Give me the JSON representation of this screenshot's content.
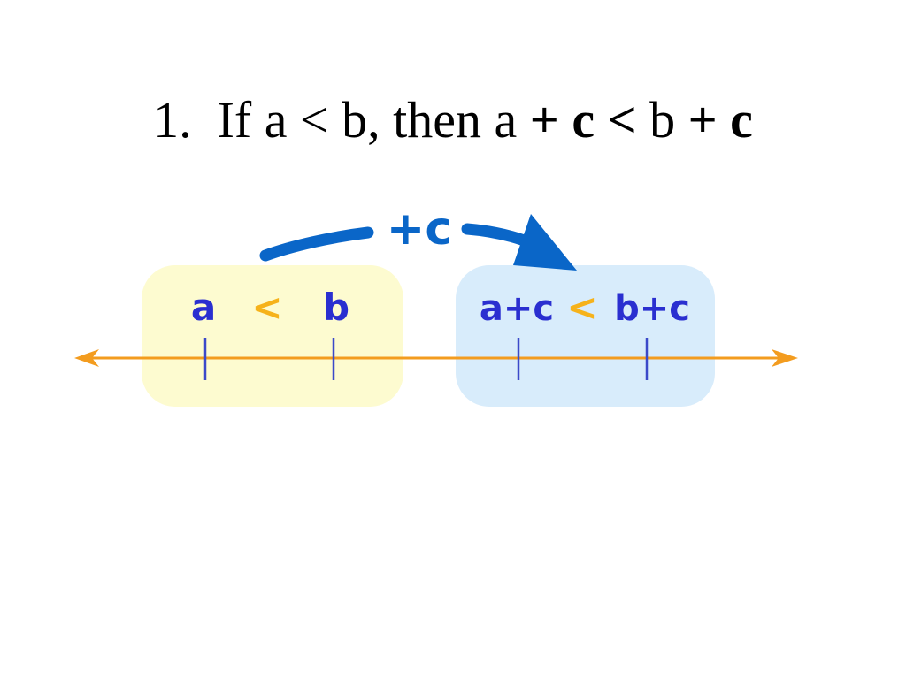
{
  "slide": {
    "title": {
      "number": "1.",
      "prefix": "If a < b, then a",
      "plus_c_1": "+ c",
      "lt": "<",
      "b": "b",
      "plus_c_2": "+ c"
    }
  },
  "diagram": {
    "arrow_label": "+c",
    "left_box": {
      "a": "a",
      "lt": "<",
      "b": "b"
    },
    "right_box": {
      "a_plus_c": "a+c",
      "lt": "<",
      "b_plus_c": "b+c"
    },
    "colors": {
      "label_blue": "#2a2fd0",
      "arrow_blue": "#0a66c8",
      "lt_orange": "#f6b21a",
      "number_line_orange": "#f39c1f",
      "left_box_fill": "#fdfbd0",
      "right_box_fill": "#d8ecfb",
      "tick_blue": "#3b49c9"
    }
  }
}
